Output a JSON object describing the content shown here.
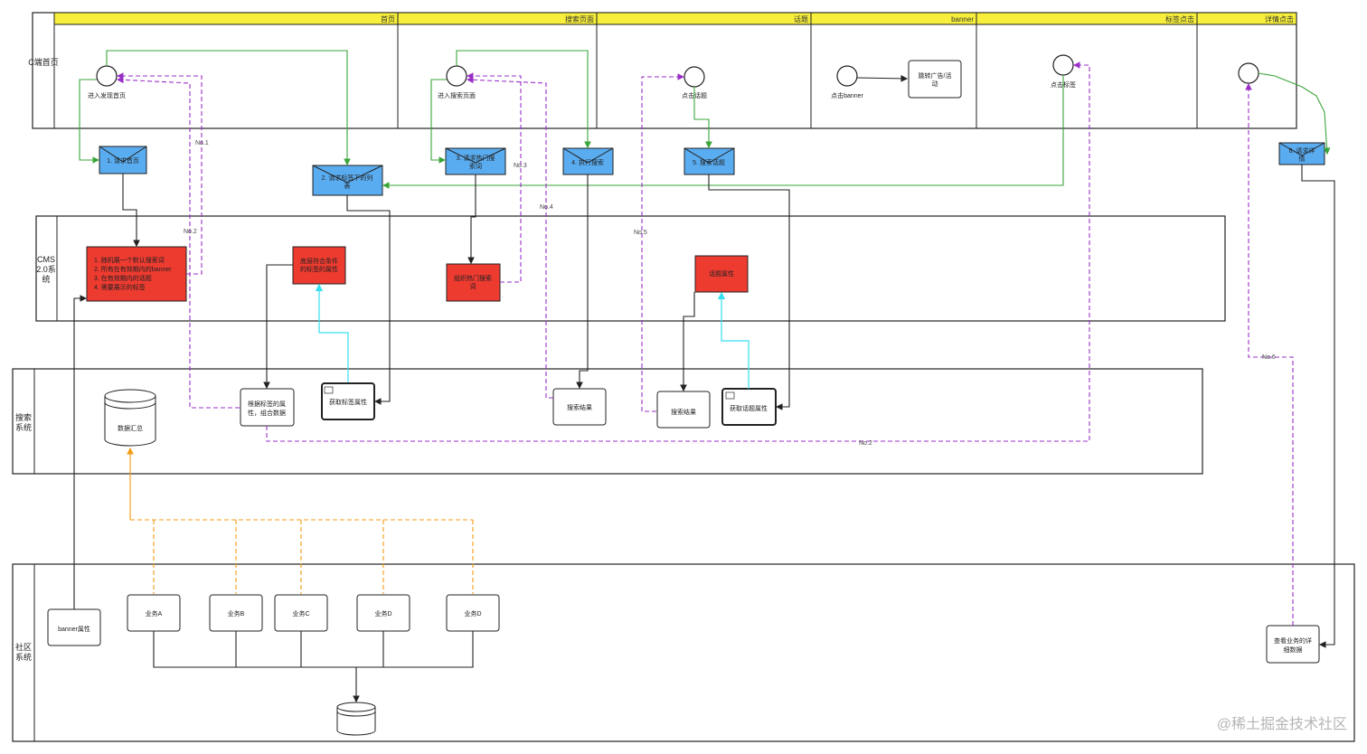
{
  "lanes": {
    "c_end": "C端首页",
    "cms": "CMS 2.0系统",
    "search": "搜索系统",
    "community": "社区系统"
  },
  "columns": [
    "首页",
    "搜索页面",
    "话题",
    "banner",
    "标签点击",
    "详情点击"
  ],
  "events": {
    "home": "进入发现首页",
    "search_page": "进入搜索页面",
    "topic": "点击话题",
    "banner": "点击banner",
    "tag": "点击标签"
  },
  "banner_jump": "跳转广告/活动",
  "messages": {
    "m1": "1. 请求首页",
    "m2": "2. 请求标签下的列表",
    "m3": "3. 请求热门搜索词",
    "m4": "4. 执行搜索",
    "m5": "5. 搜索话题",
    "m6": "6. 请求详情"
  },
  "cms": {
    "home_box": [
      "1. 随机展一个默认搜索词",
      "2. 所有在有效期内的banner",
      "3. 在有效期内的话题",
      "4. 需要展示的标签"
    ],
    "tag_box": "底层符合条件的标签的属性",
    "hot_box": "组织热门搜索词",
    "topic_box": "话题属性"
  },
  "search": {
    "db": "数据汇总",
    "combine": "根据标签的属性，组合数据",
    "get_tag": "获取标签属性",
    "result1": "搜索结果",
    "result2": "搜索结果",
    "get_topic": "获取话题属性"
  },
  "community": {
    "banner_attr": "banner属性",
    "biz": [
      "业务A",
      "业务B",
      "业务C",
      "业务D",
      "业务D"
    ],
    "detail": "查看业务的详细数据"
  },
  "edge_labels": {
    "no1": "No.1",
    "no2": "No.2",
    "no3": "No.3",
    "no4": "No.4",
    "no5": "No.5",
    "no6": "No.6",
    "no2b": "No.2"
  },
  "watermark": "@稀土掘金技术社区",
  "colors": {
    "header_yellow": "#f7ef3b",
    "envelope_blue": "#5aacf0",
    "cms_red": "#ee3b30",
    "green": "#3aa53a",
    "purple": "#9a2fc7",
    "cyan": "#36e0f0",
    "orange": "#f39c12"
  }
}
